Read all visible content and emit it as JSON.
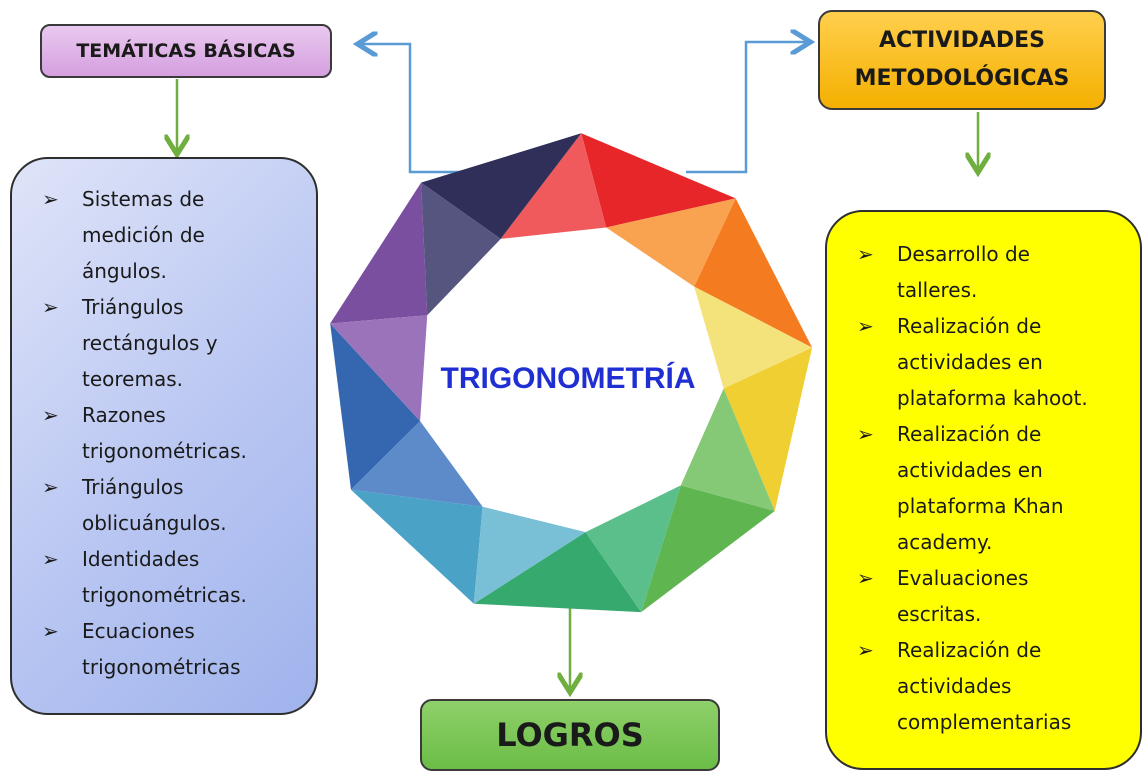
{
  "title": "TRIGONOMETRÍA",
  "tematicas": {
    "title": "TEMÁTICAS BÁSICAS",
    "items": [
      "Sistemas de medición de ángulos.",
      "Triángulos rectángulos y teoremas.",
      "Razones trigonométricas.",
      "Triángulos oblicuángulos.",
      "Identidades trigonométricas.",
      "Ecuaciones trigonométricas"
    ]
  },
  "actividades": {
    "title_line1": "ACTIVIDADES",
    "title_line2": "METODOLÓGICAS",
    "items": [
      "Desarrollo de talleres.",
      "Realización de actividades en plataforma kahoot.",
      "Realización de actividades en plataforma Khan academy.",
      "Evaluaciones escritas.",
      "Realización de actividades complementarias"
    ]
  },
  "logros": {
    "title": "LOGROS"
  },
  "bullet_glyph": "➢",
  "colors": {
    "arrow_green": "#6fae3f",
    "arrow_blue": "#5b9bd5",
    "title_blue": "#1f2fd2",
    "right_panel": "#ffff00",
    "left_panel": "#b9c6f2",
    "tematicas_box": "#d59fe0",
    "actividades_box": "#f5b000",
    "logros_box": "#6bbd47"
  }
}
